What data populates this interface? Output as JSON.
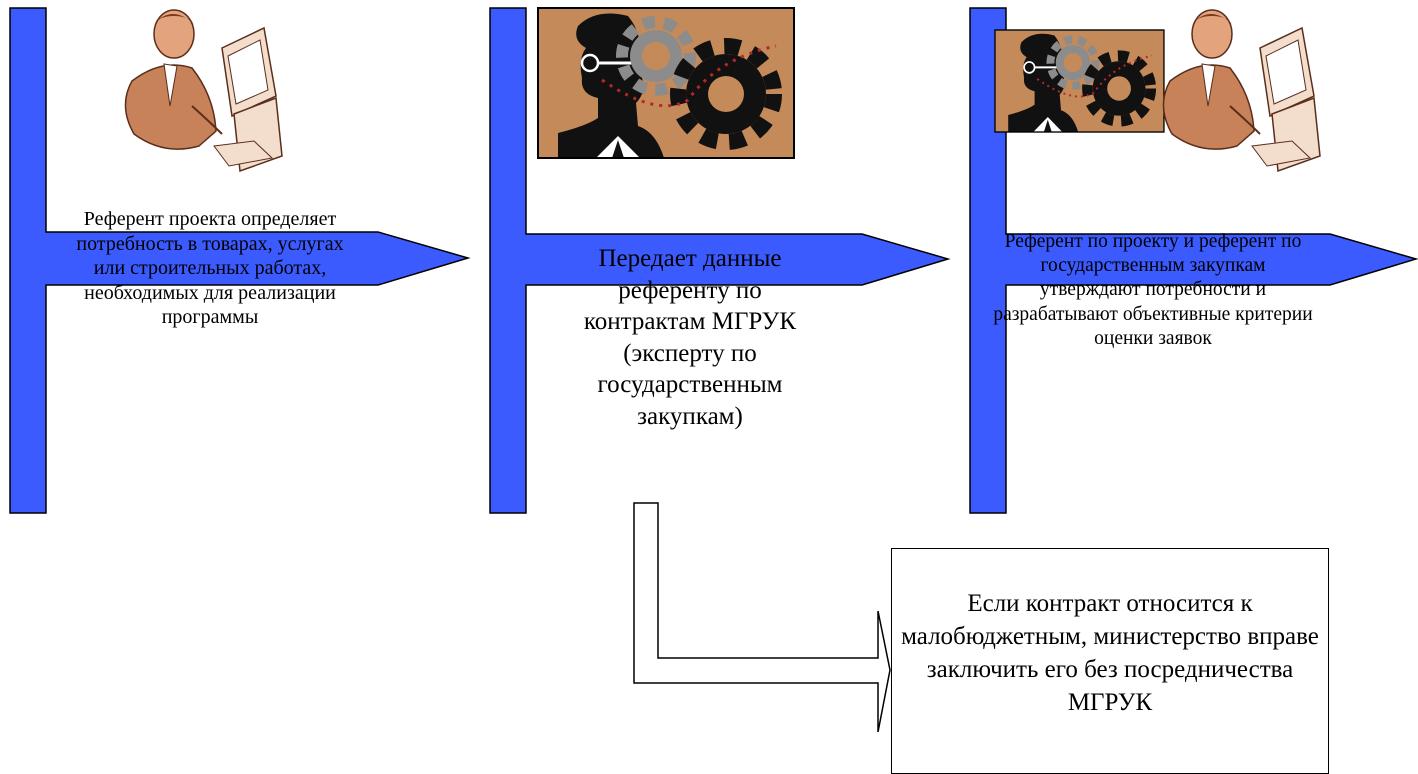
{
  "colors": {
    "arrow_fill": "#3b5bff",
    "arrow_stroke": "#000000",
    "skin": "#c8825a",
    "picture_bg": "#c48a5a"
  },
  "stages": [
    {
      "icon": "person-at-computer-icon",
      "text": "Референт проекта определяет потребность в товарах, услугах или строительных работах, необходимых для реализации программы"
    },
    {
      "icon": "head-gears-icon",
      "text": "Передает данные референту по контрактам МГРУК (эксперту по государственным закупкам)"
    },
    {
      "icon": "head-gears-and-person-icon",
      "text": "Референт по проекту и референт по государственным закупкам утверждают потребности и разрабатывают объективные критерии оценки заявок"
    }
  ],
  "note": {
    "text": "Если контракт относится к малобюджетным, министерство вправе заключить его без посредничества МГРУК"
  }
}
